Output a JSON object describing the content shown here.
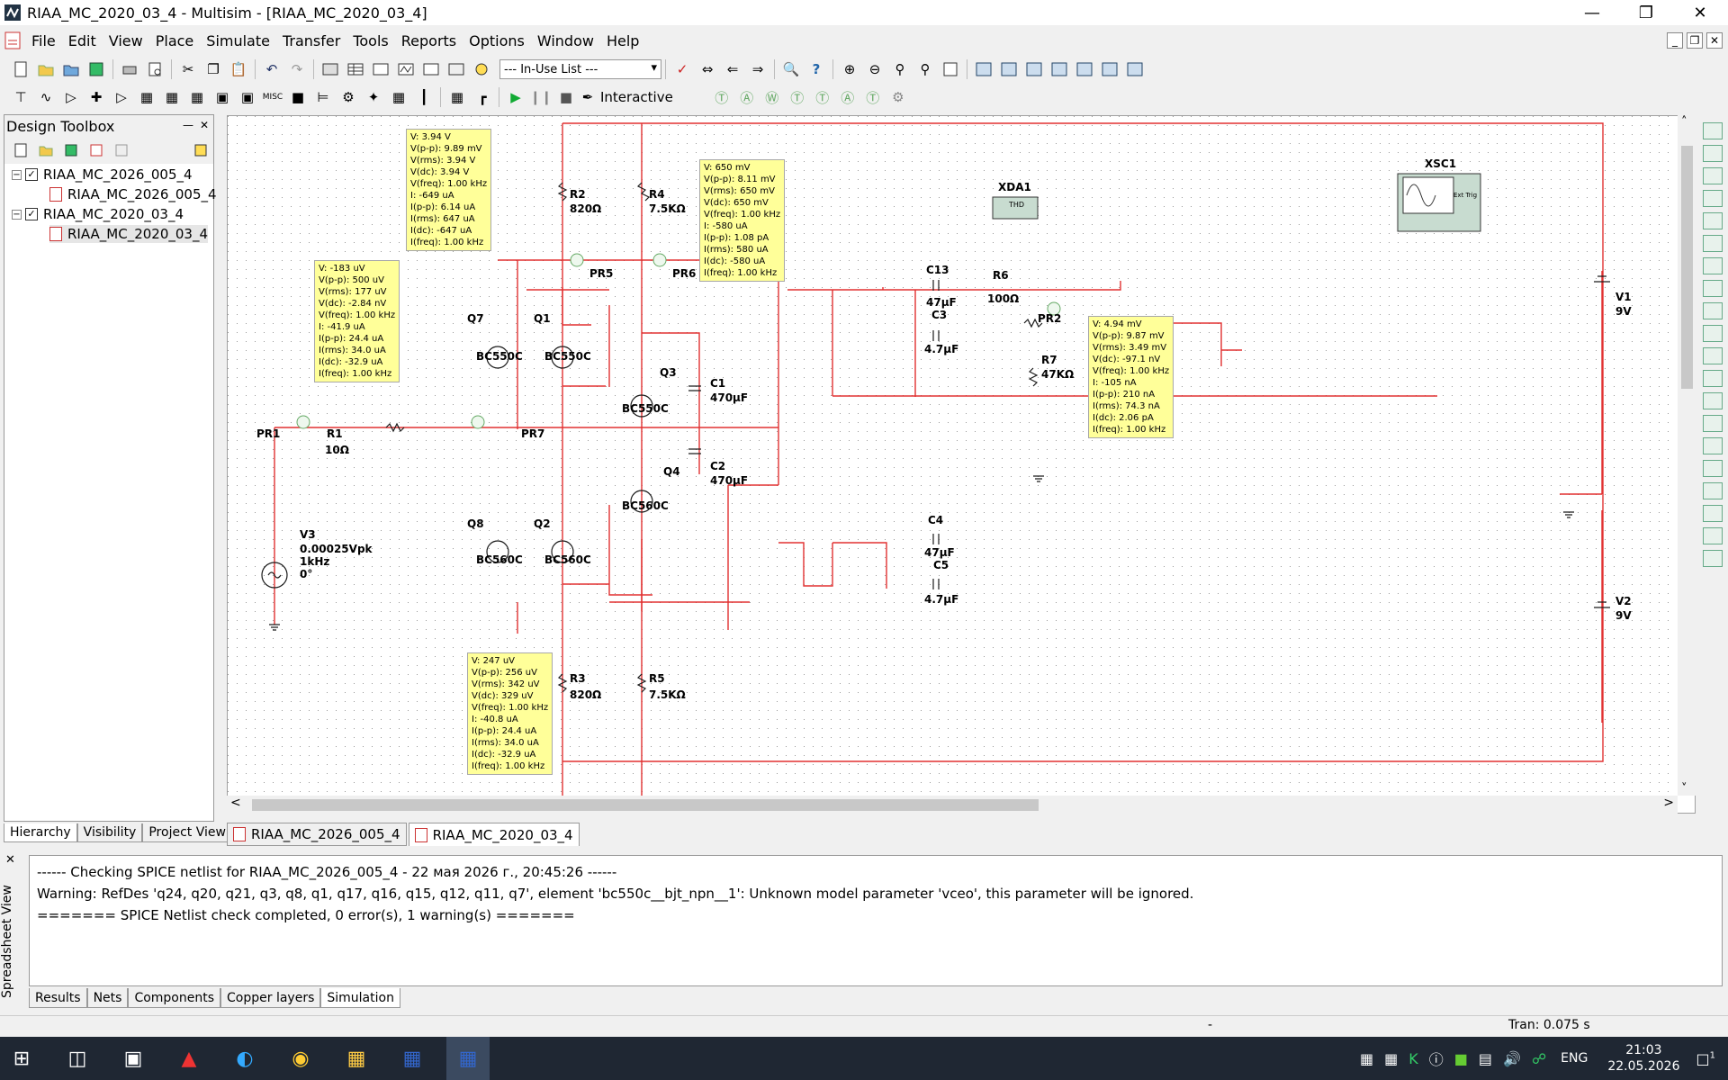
{
  "window": {
    "title": "RIAA_MC_2020_03_4 - Multisim - [RIAA_MC_2020_03_4]"
  },
  "menu": [
    "File",
    "Edit",
    "View",
    "Place",
    "Simulate",
    "Transfer",
    "Tools",
    "Reports",
    "Options",
    "Window",
    "Help"
  ],
  "toolbar": {
    "inuse_list": "--- In-Use List ---",
    "interactive": "Interactive"
  },
  "design_toolbox": {
    "title": "Design Toolbox",
    "tree": [
      "RIAA_MC_2026_005_4",
      "RIAA_MC_2026_005_4",
      "RIAA_MC_2020_03_4",
      "RIAA_MC_2020_03_4"
    ],
    "tabs": [
      "Hierarchy",
      "Visibility",
      "Project View"
    ]
  },
  "doc_tabs": [
    "RIAA_MC_2026_005_4",
    "RIAA_MC_2020_03_4"
  ],
  "schematic": {
    "labels": {
      "R2": "R2",
      "R2v": "820Ω",
      "R4": "R4",
      "R4v": "7.5KΩ",
      "R3": "R3",
      "R3v": "820Ω",
      "R5": "R5",
      "R5v": "7.5KΩ",
      "R1": "R1",
      "R1v": "10Ω",
      "R6": "R6",
      "R6v": "100Ω",
      "R7": "R7",
      "R7v": "47KΩ",
      "Q7": "Q7",
      "Q7v": "BC550C",
      "Q1": "Q1",
      "Q1v": "BC550C",
      "Q3": "Q3",
      "Q3v": "BC550C",
      "Q4": "Q4",
      "Q4v": "BC560C",
      "Q8": "Q8",
      "Q8v": "BC560C",
      "Q2": "Q2",
      "Q2v": "BC560C",
      "C1": "C1",
      "C1v": "470μF",
      "C2": "C2",
      "C2v": "470μF",
      "C13": "C13",
      "C13v": "47μF",
      "C3": "C3",
      "C3v": "4.7μF",
      "C4": "C4",
      "C4v": "47μF",
      "C5": "C5",
      "C5v": "4.7μF",
      "V3": "V3",
      "V3a": "0.00025Vpk",
      "V3b": "1kHz",
      "V3c": "0°",
      "V1": "V1",
      "V1v": "9V",
      "V2": "V2",
      "V2v": "9V",
      "XDA1": "XDA1",
      "THD": "THD",
      "XSC1": "XSC1",
      "ExtTrig": "Ext Trig",
      "PR1": "PR1",
      "PR2": "PR2",
      "PR5": "PR5",
      "PR6": "PR6",
      "PR7": "PR7"
    },
    "probes": {
      "pr5": [
        "V: 3.94 V",
        "V(p-p): 9.89 mV",
        "V(rms): 3.94 V",
        "V(dc): 3.94 V",
        "V(freq): 1.00 kHz",
        "I: -649 uA",
        "I(p-p): 6.14 uA",
        "I(rms): 647 uA",
        "I(dc): -647 uA",
        "I(freq): 1.00 kHz"
      ],
      "pr6": [
        "V: 650 mV",
        "V(p-p): 8.11 mV",
        "V(rms): 650 mV",
        "V(dc): 650 mV",
        "V(freq): 1.00 kHz",
        "I: -580 uA",
        "I(p-p): 1.08 pA",
        "I(rms): 580 uA",
        "I(dc): -580 uA",
        "I(freq): 1.00 kHz"
      ],
      "pr1": [
        "V: -183 uV",
        "V(p-p): 500 uV",
        "V(rms): 177 uV",
        "V(dc): -2.84 nV",
        "V(freq): 1.00 kHz",
        "I: -41.9 uA",
        "I(p-p): 24.4 uA",
        "I(rms): 34.0 uA",
        "I(dc): -32.9 uA",
        "I(freq): 1.00 kHz"
      ],
      "pr2": [
        "V: 4.94 mV",
        "V(p-p): 9.87 mV",
        "V(rms): 3.49 mV",
        "V(dc): -97.1 nV",
        "V(freq): 1.00 kHz",
        "I: -105 nA",
        "I(p-p): 210 nA",
        "I(rms): 74.3 nA",
        "I(dc): 2.06 pA",
        "I(freq): 1.00 kHz"
      ],
      "pr7": [
        "V: 247 uV",
        "V(p-p): 256 uV",
        "V(rms): 342 uV",
        "V(dc): 329 uV",
        "V(freq): 1.00 kHz",
        "I: -40.8 uA",
        "I(p-p): 24.4 uA",
        "I(rms): 34.0 uA",
        "I(dc): -32.9 uA",
        "I(freq): 1.00 kHz"
      ]
    }
  },
  "output": {
    "lines": [
      "------ Checking SPICE netlist for RIAA_MC_2026_005_4 - 22 мая 2026 г., 20:45:26 ------",
      "Warning: RefDes 'q24, q20, q21, q3, q8, q1, q17, q16, q15, q12, q11, q7', element 'bc550c__bjt_npn__1':  Unknown model parameter 'vceo', this parameter will be ignored.",
      "======= SPICE Netlist check completed, 0 error(s), 1 warning(s) ======="
    ],
    "side_label": "Spreadsheet View",
    "tabs": [
      "Results",
      "Nets",
      "Components",
      "Copper layers",
      "Simulation"
    ]
  },
  "status": {
    "dash": "-",
    "tran": "Tran: 0.075 s"
  },
  "taskbar": {
    "lang": "ENG",
    "time": "21:03",
    "date": "22.05.2026",
    "notif": "1"
  }
}
